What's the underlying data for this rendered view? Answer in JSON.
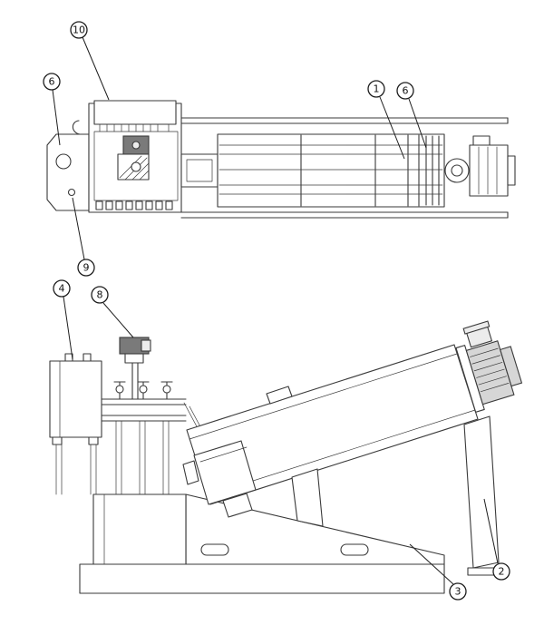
{
  "figure": {
    "background": "#ffffff",
    "line_color": "#3a3a3a",
    "callouts": [
      {
        "id": "callout-10",
        "label": "10"
      },
      {
        "id": "callout-6-left",
        "label": "6"
      },
      {
        "id": "callout-1",
        "label": "1"
      },
      {
        "id": "callout-6-right",
        "label": "6"
      },
      {
        "id": "callout-9",
        "label": "9"
      },
      {
        "id": "callout-4",
        "label": "4"
      },
      {
        "id": "callout-8",
        "label": "8"
      },
      {
        "id": "callout-2",
        "label": "2"
      },
      {
        "id": "callout-3",
        "label": "3"
      }
    ]
  }
}
